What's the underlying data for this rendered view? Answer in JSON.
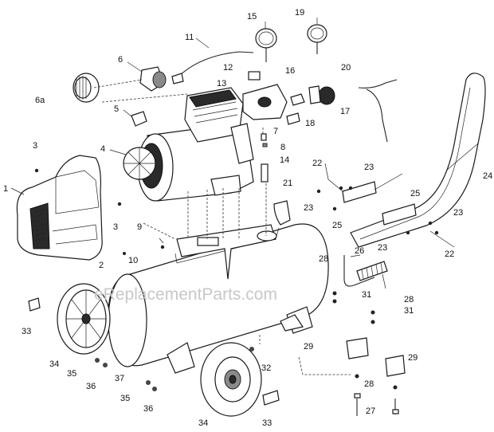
{
  "watermark": "eReplacementParts.com",
  "callouts": {
    "c1": "1",
    "c2": "2",
    "c3a": "3",
    "c3b": "3",
    "c4": "4",
    "c5": "5",
    "c6": "6",
    "c6a": "6a",
    "c7": "7",
    "c8": "8",
    "c9": "9",
    "c10": "10",
    "c11": "11",
    "c12": "12",
    "c13": "13",
    "c14": "14",
    "c15": "15",
    "c16": "16",
    "c17": "17",
    "c18": "18",
    "c19": "19",
    "c20": "20",
    "c21": "21",
    "c22a": "22",
    "c22b": "22",
    "c23a": "23",
    "c23b": "23",
    "c23c": "23",
    "c23d": "23",
    "c24": "24",
    "c25a": "25",
    "c25b": "25",
    "c26": "26",
    "c27": "27",
    "c28a": "28",
    "c28b": "28",
    "c28c": "28",
    "c29a": "29",
    "c29b": "29",
    "c31a": "31",
    "c31b": "31",
    "c32": "32",
    "c33a": "33",
    "c33b": "33",
    "c34a": "34",
    "c34b": "34",
    "c35a": "35",
    "c35b": "35",
    "c36a": "36",
    "c36b": "36",
    "c37": "37"
  }
}
